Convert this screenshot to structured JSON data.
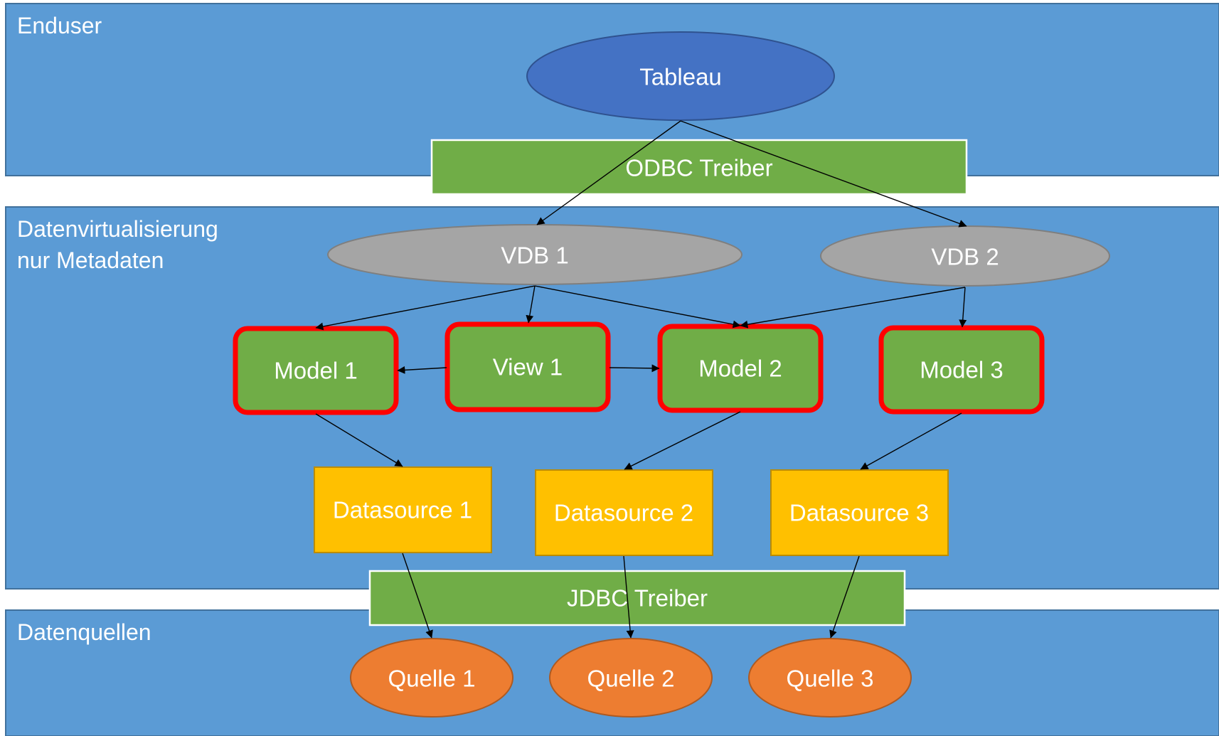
{
  "layers": {
    "enduser": "Enduser",
    "virtualization_line1": "Datenvirtualisierung",
    "virtualization_line2": "nur Metadaten",
    "sources": "Datenquellen"
  },
  "drivers": {
    "odbc": "ODBC Treiber",
    "jdbc": "JDBC Treiber"
  },
  "nodes": {
    "tableau": "Tableau",
    "vdb1": "VDB 1",
    "vdb2": "VDB 2",
    "model1": "Model 1",
    "view1": "View 1",
    "model2": "Model 2",
    "model3": "Model 3",
    "datasource1": "Datasource 1",
    "datasource2": "Datasource 2",
    "datasource3": "Datasource 3",
    "quelle1": "Quelle 1",
    "quelle2": "Quelle 2",
    "quelle3": "Quelle 3"
  },
  "colors": {
    "layer_fill": "#5B9BD5",
    "layer_border": "#41719C",
    "driver_fill": "#70AD47",
    "tableau_fill": "#4472C4",
    "vdb_fill": "#A5A5A5",
    "model_fill": "#70AD47",
    "model_border": "#FF0000",
    "datasource_fill": "#FFC000",
    "quelle_fill": "#ED7D31"
  }
}
